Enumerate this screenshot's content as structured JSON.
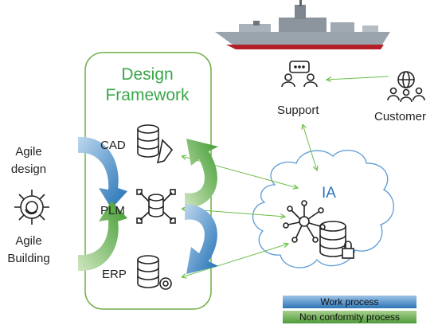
{
  "framework": {
    "title_line1": "Design",
    "title_line2": "Framework"
  },
  "left": {
    "agile_design": [
      "Agile",
      "design"
    ],
    "agile_building": [
      "Agile",
      "Building"
    ]
  },
  "nodes": {
    "cad": "CAD",
    "plm": "PLM",
    "erp": "ERP"
  },
  "cloud": {
    "label": "IA"
  },
  "support": {
    "label": "Support"
  },
  "customer": {
    "label": "Customer"
  },
  "legend": {
    "work_process": "Work process",
    "nonconformity_process": "Non conformity process"
  },
  "colors": {
    "frame_green": "#70ad47",
    "title_green": "#3aa64a",
    "blue_arrow": "#2e75b6",
    "green_arrow": "#4e9a3a",
    "connector_green": "#6cc04a",
    "cloud_blue": "#5b9bd5",
    "legend_blue": "#5b9bd5",
    "legend_green": "#59a83c"
  },
  "icons": [
    "ship-image",
    "chat-people-icon",
    "globe-people-icon",
    "database-pencil-icon",
    "database-network-icon",
    "database-gear-icon",
    "network-icon",
    "database-lock-icon",
    "gear-cycle-icon"
  ]
}
